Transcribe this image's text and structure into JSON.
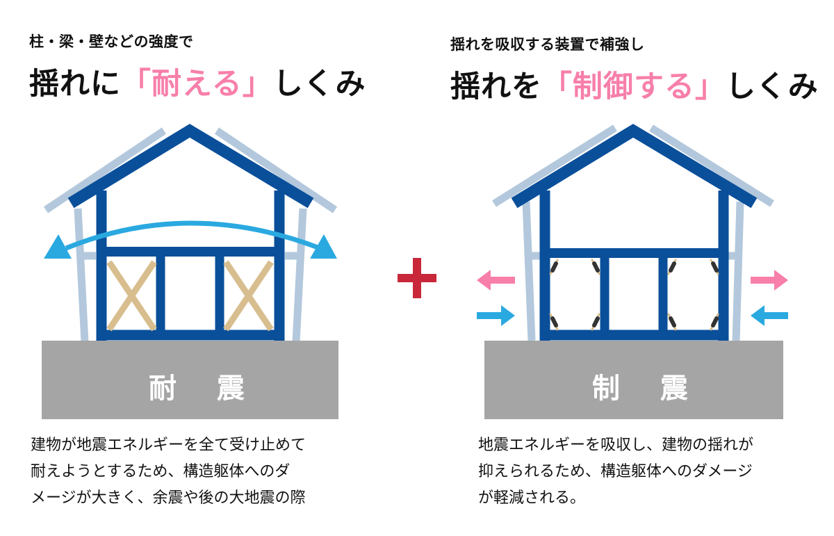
{
  "left_panel": {
    "subtitle": "柱・梁・壁などの強度で",
    "title_prefix": "揺れに",
    "title_highlight": "「耐える」",
    "title_suffix": "しくみ",
    "base_label": "耐 震",
    "description": "建物が地震エネルギーを全て受け止めて\n耐えようとするため、構造躯体へのダ\nメージが大きく、余震や後の大地震の際",
    "diagram": {
      "frame_type": "braced-frame",
      "bracing": "cross-braces",
      "motion_indicator": "curved-double-arrow"
    }
  },
  "connector": {
    "symbol": "plus-sign",
    "color": "#C8283A"
  },
  "right_panel": {
    "subtitle": "揺れを吸収する装置で補強し",
    "title_prefix": "揺れを",
    "title_highlight": "「制御する」",
    "title_suffix": "しくみ",
    "base_label": "制 震",
    "description": "地震エネルギーを吸収し、建物の揺れが\n抑えられるため、構造躯体へのダメージ\nが軽減される。",
    "diagram": {
      "frame_type": "damper-frame",
      "bracing": "corner-dampers",
      "motion_indicator": "opposing-arrows"
    }
  },
  "colors": {
    "frame": "#0A4F9A",
    "frame_shadow": "#B3C8DC",
    "brace": "#D8BE8E",
    "damper": "#333333",
    "base": "#A5A5A5",
    "highlight": "#F77FAA",
    "arrow_blue": "#2AA9E0",
    "arrow_pink": "#F77FAA"
  }
}
